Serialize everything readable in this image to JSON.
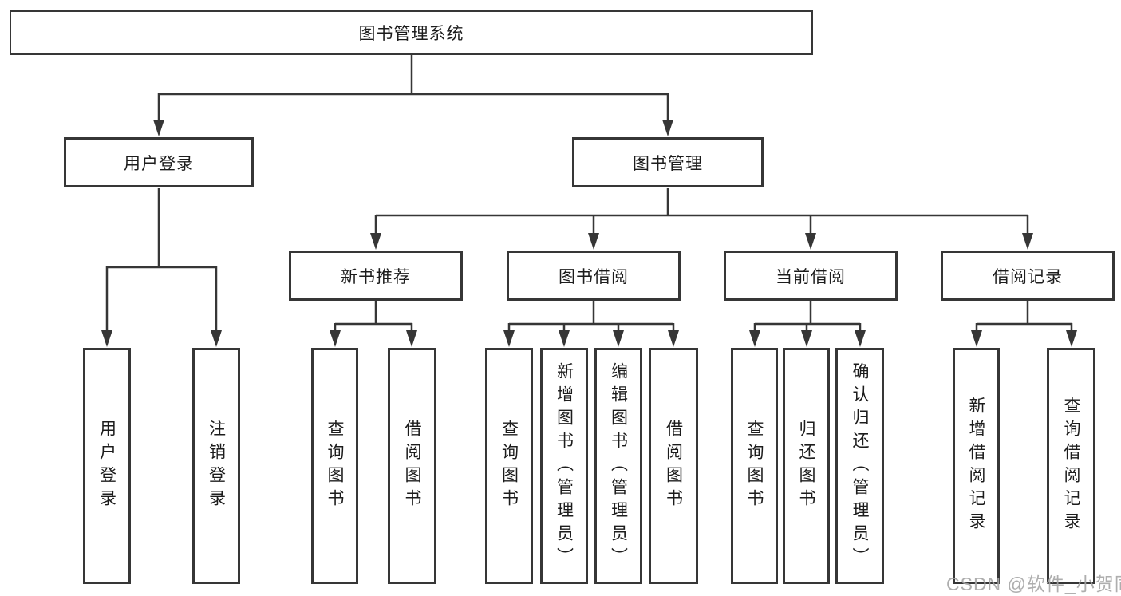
{
  "diagram_title": "图书管理系统",
  "watermark": "CSDN @软件_小贺同学",
  "colors": {
    "line": "#363636",
    "box_border": "#363636",
    "text": "#1c1c1c",
    "watermark": "#a5a5a5",
    "background": "#ffffff"
  },
  "nodes": {
    "root": "图书管理系统",
    "user_login": "用户登录",
    "book_mgmt": "图书管理",
    "new_book": "新书推荐",
    "book_borrow": "图书借阅",
    "current_borrow": "当前借阅",
    "borrow_records": "借阅记录",
    "leaf_user_login": "用户登录",
    "leaf_logout": "注销登录",
    "leaf_nb_query": "查询图书",
    "leaf_nb_borrow": "借阅图书",
    "leaf_bb_query": "查询图书",
    "leaf_bb_add": "新增图书（管理员）",
    "leaf_bb_edit": "编辑图书（管理员）",
    "leaf_bb_borrow": "借阅图书",
    "leaf_cb_query": "查询图书",
    "leaf_cb_return": "归还图书",
    "leaf_cb_confirm": "确认归还（管理员）",
    "leaf_br_add": "新增借阅记录",
    "leaf_br_query": "查询借阅记录"
  },
  "hierarchy": {
    "图书管理系统": {
      "用户登录": [
        "用户登录",
        "注销登录"
      ],
      "图书管理": {
        "新书推荐": [
          "查询图书",
          "借阅图书"
        ],
        "图书借阅": [
          "查询图书",
          "新增图书（管理员）",
          "编辑图书（管理员）",
          "借阅图书"
        ],
        "当前借阅": [
          "查询图书",
          "归还图书",
          "确认归还（管理员）"
        ],
        "借阅记录": [
          "新增借阅记录",
          "查询借阅记录"
        ]
      }
    }
  }
}
